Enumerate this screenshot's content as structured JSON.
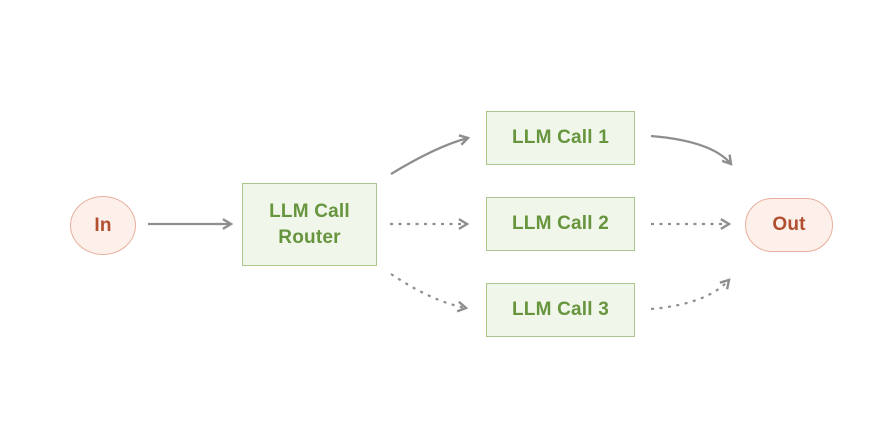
{
  "diagram": {
    "colors": {
      "green_fill": "#f1f6ea",
      "green_border": "#abc58c",
      "green_text": "#67953e",
      "pink_fill": "#fdf0eb",
      "pink_border": "#e8af9c",
      "pink_text": "#b05030",
      "arrow_gray": "#8e8e8e",
      "canvas_bg": "#ffffff"
    },
    "nodes": {
      "input": {
        "label": "In",
        "shape": "ellipse"
      },
      "router": {
        "label": [
          "LLM Call",
          "Router"
        ],
        "shape": "rect"
      },
      "call1": {
        "label": "LLM Call 1",
        "shape": "rect"
      },
      "call2": {
        "label": "LLM Call 2",
        "shape": "rect"
      },
      "call3": {
        "label": "LLM Call 3",
        "shape": "rect"
      },
      "output": {
        "label": "Out",
        "shape": "pill"
      }
    },
    "edges": [
      {
        "from": "input",
        "to": "router",
        "style": "solid"
      },
      {
        "from": "router",
        "to": "call1",
        "style": "solid"
      },
      {
        "from": "router",
        "to": "call2",
        "style": "dashed"
      },
      {
        "from": "router",
        "to": "call3",
        "style": "dashed"
      },
      {
        "from": "call1",
        "to": "output",
        "style": "solid"
      },
      {
        "from": "call2",
        "to": "output",
        "style": "dashed"
      },
      {
        "from": "call3",
        "to": "output",
        "style": "dashed"
      }
    ]
  }
}
